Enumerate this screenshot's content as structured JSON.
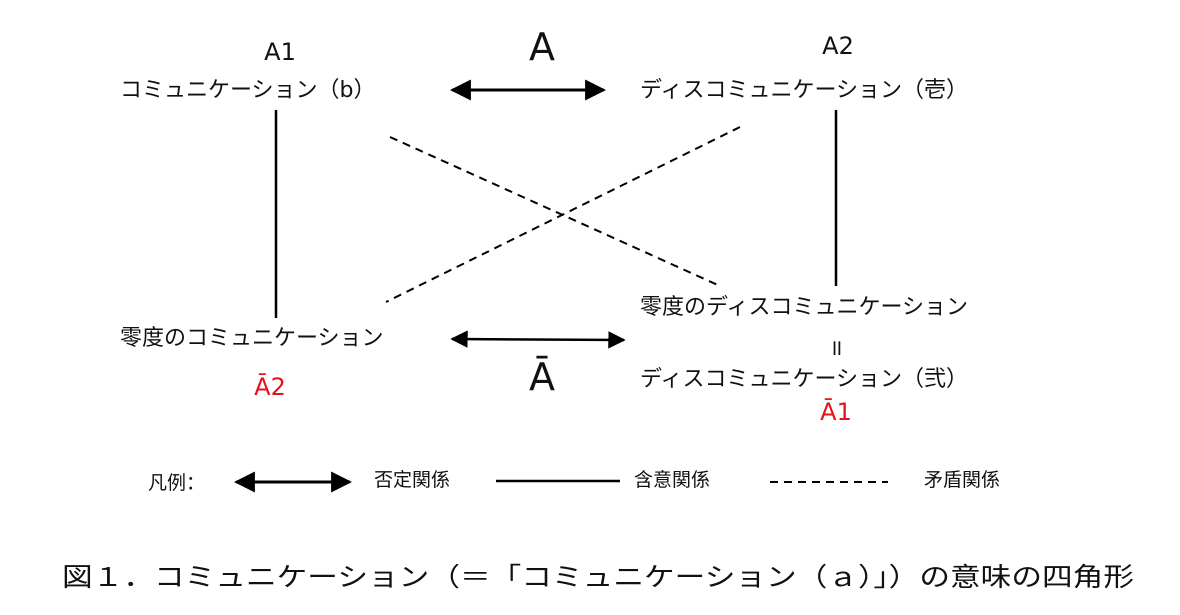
{
  "diagram": {
    "top_center_label": "A",
    "bottom_center_label": "Ā",
    "nodes": {
      "a1": {
        "tag": "A1",
        "text": "コミュニケーション（b）"
      },
      "a2": {
        "tag": "A2",
        "text": "ディスコミュニケーション（壱）"
      },
      "not_a2": {
        "text": "零度のコミュニケーション",
        "tag": "Ā2"
      },
      "not_a1": {
        "text_top": "零度のディスコミュニケーション",
        "equals": "॥",
        "text_bottom": "ディスコミュニケーション（弐）",
        "tag": "Ā1"
      }
    },
    "colors": {
      "line": "#000000",
      "text": "#111111",
      "accent_red": "#e8101c"
    }
  },
  "legend": {
    "title": "凡例：",
    "items": [
      {
        "style": "double-arrow",
        "label": "否定関係"
      },
      {
        "style": "solid",
        "label": "含意関係"
      },
      {
        "style": "dashed",
        "label": "矛盾関係"
      }
    ]
  },
  "caption": "図１．コミュニケーション（＝「コミュニケーション（ａ）」）の意味の四角形"
}
